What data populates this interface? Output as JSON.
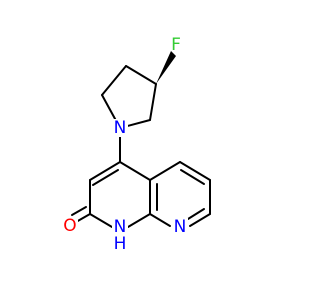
{
  "molecule": {
    "atoms": {
      "fluorine": {
        "label": "F",
        "color": "#33cc33"
      },
      "pyrrolidine_n": {
        "label": "N",
        "color": "#0000ff"
      },
      "ring_n": {
        "label": "N",
        "color": "#0000ff"
      },
      "nh": {
        "label": "N",
        "color": "#0000ff"
      },
      "nh_h": {
        "label": "H",
        "color": "#0000ff"
      },
      "oxygen": {
        "label": "O",
        "color": "#ff0000"
      }
    },
    "stereo": "wedge-bond"
  }
}
